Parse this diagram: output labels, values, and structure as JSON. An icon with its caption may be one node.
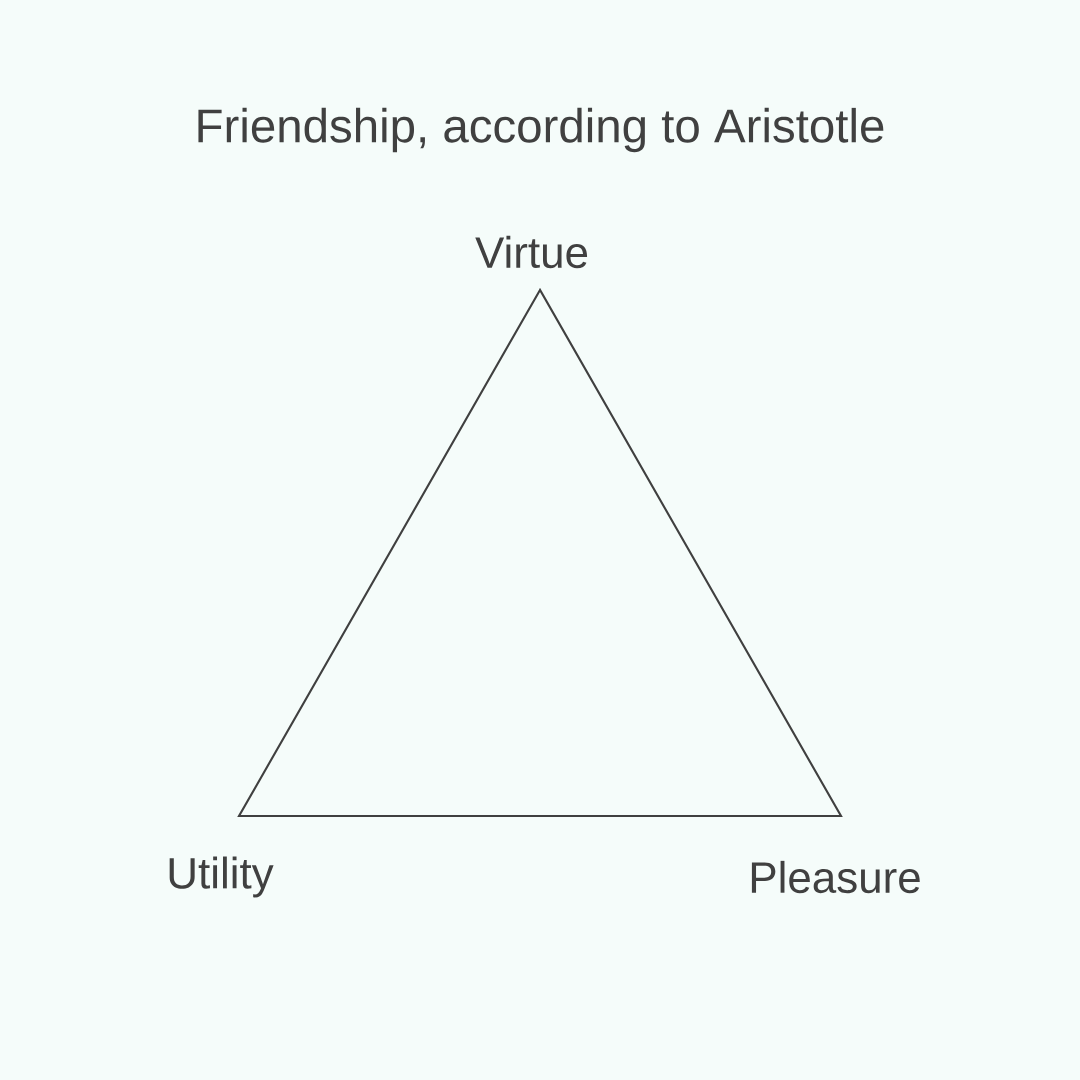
{
  "diagram": {
    "title": "Friendship, according to Aristotle",
    "nodes": [
      {
        "text": [],
        "shape": "triangle",
        "beside": [
          "Virtue",
          "Utility",
          "Pleasure"
        ]
      }
    ]
  }
}
